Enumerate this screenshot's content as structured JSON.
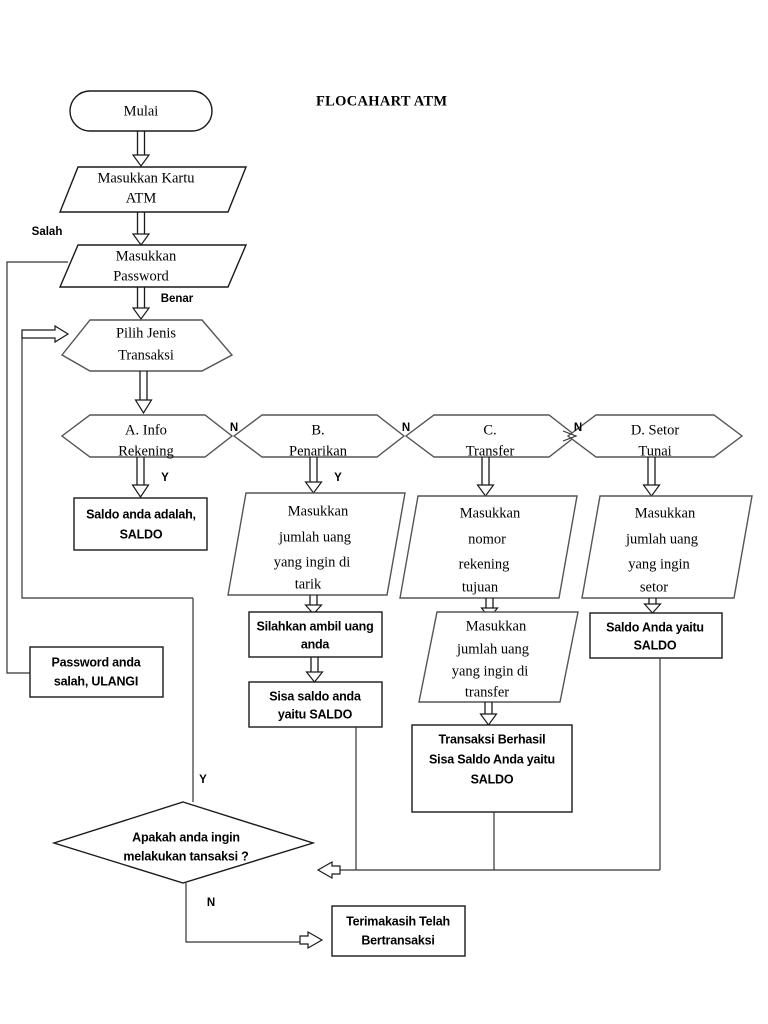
{
  "diagram": {
    "title": "FLOCAHART ATM",
    "type": "flowchart",
    "language": "Indonesian",
    "nodes": {
      "start": {
        "label": "Mulai",
        "shape": "terminator"
      },
      "input_card": {
        "line1": "Masukkan Kartu",
        "line2": "ATM",
        "shape": "parallelogram"
      },
      "input_password": {
        "line1": "Masukkan",
        "line2": "Password",
        "shape": "parallelogram"
      },
      "choose_transaction": {
        "line1": "Pilih Jenis",
        "line2": "Transaksi",
        "shape": "hexagon"
      },
      "opt_a": {
        "line1": "A. Info",
        "line2": "Rekening",
        "shape": "hexagon"
      },
      "opt_b": {
        "line1": "B.",
        "line2": "Penarikan",
        "shape": "hexagon"
      },
      "opt_c": {
        "line1": "C.",
        "line2": "Transfer",
        "shape": "hexagon"
      },
      "opt_d": {
        "line1": "D. Setor",
        "line2": "Tunai",
        "shape": "hexagon"
      },
      "balance_info": {
        "line1": "Saldo anda adalah,",
        "line2": "SALDO",
        "shape": "rectangle"
      },
      "withdraw_amount": {
        "line1": "Masukkan",
        "line2": "jumlah uang",
        "line3": "yang ingin di",
        "line4": "tarik",
        "shape": "parallelogram"
      },
      "transfer_account": {
        "line1": "Masukkan",
        "line2": "nomor",
        "line3": "rekening",
        "line4": "tujuan",
        "shape": "parallelogram"
      },
      "deposit_amount": {
        "line1": "Masukkan",
        "line2": "jumlah uang",
        "line3": "yang ingin",
        "line4": "setor",
        "shape": "parallelogram"
      },
      "take_money": {
        "line1": "Silahkan ambil uang",
        "line2": "anda",
        "shape": "rectangle"
      },
      "remaining_balance": {
        "line1": "Sisa saldo anda",
        "line2": "yaitu SALDO",
        "shape": "rectangle"
      },
      "transfer_amount": {
        "line1": "Masukkan",
        "line2": "jumlah uang",
        "line3": "yang ingin di",
        "line4": "transfer",
        "shape": "parallelogram"
      },
      "transfer_success": {
        "line1": "Transaksi Berhasil",
        "line2": "Sisa Saldo Anda yaitu",
        "line3": "SALDO",
        "shape": "rectangle"
      },
      "deposit_balance": {
        "line1": "Saldo Anda yaitu",
        "line2": "SALDO",
        "shape": "rectangle"
      },
      "password_error": {
        "line1": "Password anda",
        "line2": "salah, ULANGI",
        "shape": "rectangle"
      },
      "again_question": {
        "line1": "Apakah anda ingin",
        "line2": "melakukan tansaksi ?",
        "shape": "diamond"
      },
      "end": {
        "line1": "Terimakasih Telah",
        "line2": "Bertransaksi",
        "shape": "rectangle"
      }
    },
    "edge_labels": {
      "salah": "Salah",
      "benar": "Benar",
      "yes_a": "Y",
      "yes_b": "Y",
      "no_ab": "N",
      "no_bc": "N",
      "no_cd": "N",
      "loop_yes": "Y",
      "loop_no": "N"
    },
    "colors": {
      "stroke": "#1a1a1a",
      "stroke_light": "#555555",
      "fill": "#ffffff",
      "text": "#000000"
    }
  }
}
